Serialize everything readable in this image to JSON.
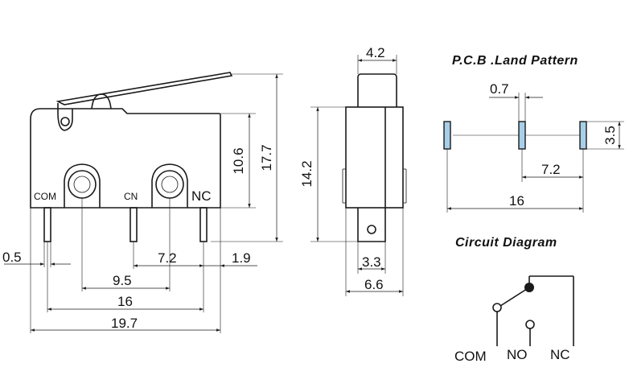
{
  "diagram": {
    "front_view": {
      "pin_labels": {
        "com": "COM",
        "cn": "CN",
        "nc": "NC"
      },
      "dimensions": {
        "height_body": "10.6",
        "height_total": "17.7",
        "pin_width": "0.5",
        "pitch_cn_nc": "7.2",
        "pin_offset": "1.9",
        "pitch_com_cn": "9.5",
        "pitch_com_nc": "16",
        "length_total": "19.7"
      }
    },
    "side_view": {
      "dimensions": {
        "plunger_width": "4.2",
        "height": "14.2",
        "tab_width": "3.3",
        "body_width": "6.6"
      }
    },
    "pcb_land_pattern": {
      "title": "P.C.B .Land  Pattern",
      "dimensions": {
        "pad_width": "0.7",
        "pad_height": "3.5",
        "pitch": "7.2",
        "span": "16"
      }
    },
    "circuit_diagram": {
      "title": "Circuit  Diagram",
      "labels": {
        "com": "COM",
        "no": "NO",
        "nc": "NC"
      }
    },
    "colors": {
      "line": "#1a1a1a",
      "pad_fill": "#a8cfe8"
    }
  }
}
